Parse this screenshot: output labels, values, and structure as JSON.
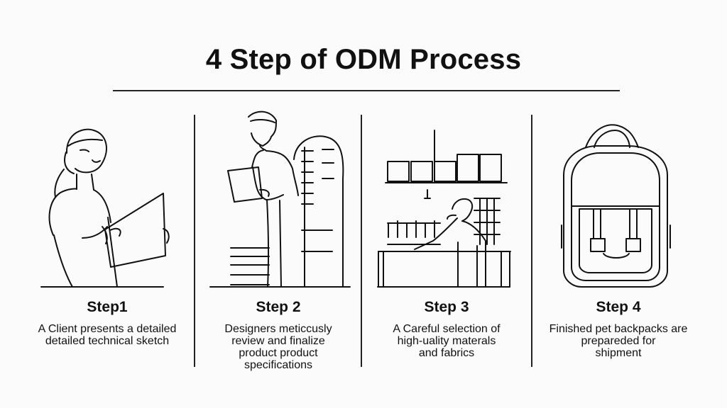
{
  "title": "4 Step of ODM Process",
  "steps": [
    {
      "label": "Step1",
      "description": "A Client presents a detailed\ndetailed technical sketch",
      "illustration": "client-with-sketch"
    },
    {
      "label": "Step 2",
      "description": "Designers meticcusly\nreview and finalize\nproduct product\nspecifications",
      "illustration": "designer-reviewing"
    },
    {
      "label": "Step 3",
      "description": "A Careful selection of\nhigh-uality materals\nand fabrics",
      "illustration": "material-selection"
    },
    {
      "label": "Step 4",
      "description": "Finished pet  backpacks are\nprepareded for\nshipment",
      "illustration": "finished-backpack"
    }
  ]
}
